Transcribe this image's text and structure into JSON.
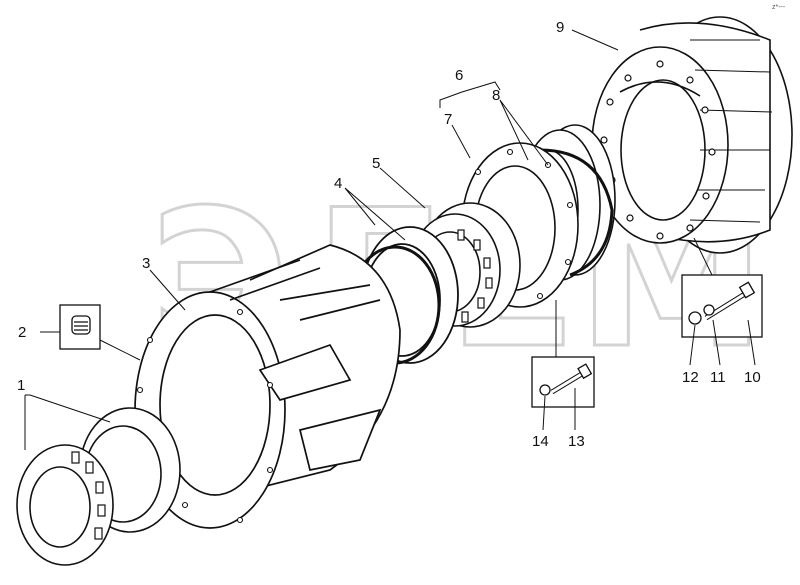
{
  "diagram": {
    "watermark_text": "ЭЛЕМ",
    "corner_mark": "z*---",
    "callouts": [
      {
        "id": "1",
        "label": "1"
      },
      {
        "id": "2",
        "label": "2"
      },
      {
        "id": "3",
        "label": "3"
      },
      {
        "id": "4",
        "label": "4"
      },
      {
        "id": "5",
        "label": "5"
      },
      {
        "id": "6",
        "label": "6"
      },
      {
        "id": "7",
        "label": "7"
      },
      {
        "id": "8",
        "label": "8"
      },
      {
        "id": "9",
        "label": "9"
      },
      {
        "id": "10",
        "label": "10"
      },
      {
        "id": "11",
        "label": "11"
      },
      {
        "id": "12",
        "label": "12"
      },
      {
        "id": "13",
        "label": "13"
      },
      {
        "id": "14",
        "label": "14"
      }
    ],
    "colors": {
      "ink": "#111111",
      "background": "#ffffff",
      "watermark": "#dcdcdc"
    }
  }
}
